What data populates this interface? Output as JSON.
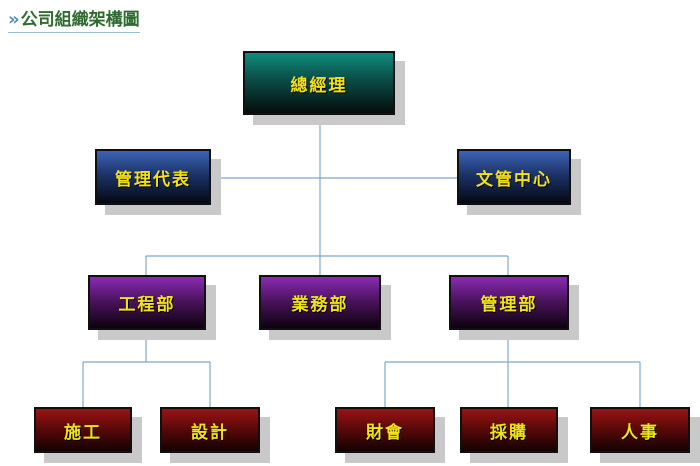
{
  "header": {
    "chevron": "»",
    "title": "公司組織架構圖"
  },
  "chart_data": {
    "type": "org_chart",
    "nodes": [
      {
        "id": "gm",
        "label": "總經理",
        "color": "#0a4c46"
      },
      {
        "id": "rep",
        "label": "管理代表",
        "parent": "gm",
        "color": "#1c3368"
      },
      {
        "id": "doc",
        "label": "文管中心",
        "parent": "gm",
        "color": "#1c3368"
      },
      {
        "id": "eng",
        "label": "工程部",
        "parent": "gm",
        "color": "#4c145f"
      },
      {
        "id": "biz",
        "label": "業務部",
        "parent": "gm",
        "color": "#4c145f"
      },
      {
        "id": "mgmt",
        "label": "管理部",
        "parent": "gm",
        "color": "#4c145f"
      },
      {
        "id": "construct",
        "label": "施工",
        "parent": "eng",
        "color": "#5c0909"
      },
      {
        "id": "design",
        "label": "設計",
        "parent": "eng",
        "color": "#5c0909"
      },
      {
        "id": "finance",
        "label": "財會",
        "parent": "mgmt",
        "color": "#5c0909"
      },
      {
        "id": "purchase",
        "label": "採購",
        "parent": "mgmt",
        "color": "#5c0909"
      },
      {
        "id": "hr",
        "label": "人事",
        "parent": "mgmt",
        "color": "#5c0909"
      }
    ]
  }
}
